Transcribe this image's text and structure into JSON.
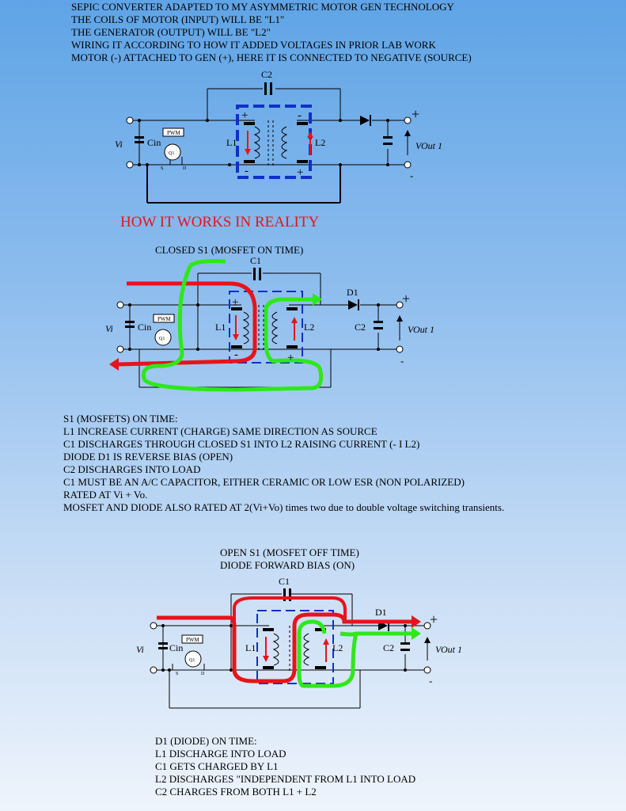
{
  "header_lines": [
    "SEPIC CONVERTER ADAPTED TO MY ASYMMETRIC MOTOR GEN TECHNOLOGY",
    "THE COILS OF MOTOR (INPUT) WILL BE \"L1\"",
    "THE GENERATOR (OUTPUT) WILL BE \"L2\"",
    "WIRING IT ACCORDING TO HOW IT ADDED VOLTAGES IN PRIOR LAB WORK",
    "MOTOR (-) ATTACHED TO GEN (+), HERE IT IS CONNECTED TO NEGATIVE  (SOURCE)"
  ],
  "section_title": "HOW IT  WORKS IN REALITY",
  "circuit1": {
    "c2": "C2",
    "cin": "Cin",
    "vi": "Vi",
    "pwm": "PWM",
    "q1": "Q1",
    "s": "S",
    "d": "D",
    "l1": "L1",
    "l2": "L2",
    "vout": "VOut 1",
    "plus": "+",
    "minus": "-"
  },
  "circuit2": {
    "title": "CLOSED S1 (MOSFET ON TIME)",
    "c1": "C1",
    "d1": "D1",
    "cin": "Cin",
    "vi": "Vi",
    "pwm": "PWM",
    "q1": "Q1",
    "l1": "L1",
    "l2": "L2",
    "c2": "C2",
    "vout": "VOut 1",
    "plus": "+",
    "minus": "-"
  },
  "s1_lines": [
    "S1 (MOSFETS) ON TIME:",
    "L1 INCREASE CURRENT (CHARGE)  SAME DIRECTION AS SOURCE",
    "C1 DISCHARGES THROUGH CLOSED S1 INTO L2 RAISING CURRENT (- I L2)",
    "DIODE D1 IS REVERSE BIAS (OPEN)",
    "C2 DISCHARGES INTO LOAD",
    "C1 MUST BE AN A/C CAPACITOR, EITHER CERAMIC OR LOW ESR (NON POLARIZED)",
    "RATED AT Vi + Vo.",
    "MOSFET AND DIODE ALSO RATED AT 2(Vi+Vo) times two due to double voltage switching transients."
  ],
  "circuit3": {
    "title1": "OPEN S1 (MOSFET OFF TIME)",
    "title2": "DIODE FORWARD BIAS (ON)",
    "c1": "C1",
    "d1": "D1",
    "cin": "Cin",
    "vi": "Vi",
    "pwm": "PWM",
    "q1": "Q1",
    "s": "S",
    "d": "D",
    "l1": "L1",
    "l2": "L2",
    "c2": "C2",
    "vout": "VOut 1",
    "plus": "+",
    "minus": "-"
  },
  "d1_lines": [
    "D1 (DIODE) ON TIME:",
    "L1 DISCHARGE INTO LOAD",
    "C1 GETS CHARGED BY L1",
    "L2 DISCHARGES \"INDEPENDENT FROM L1 INTO LOAD",
    "C2 CHARGES FROM BOTH L1 + L2"
  ],
  "colors": {
    "red_flow": "#e8131b",
    "green_flow": "#2ee81a",
    "core_box": "#1030c8",
    "title": "#e8131b"
  }
}
